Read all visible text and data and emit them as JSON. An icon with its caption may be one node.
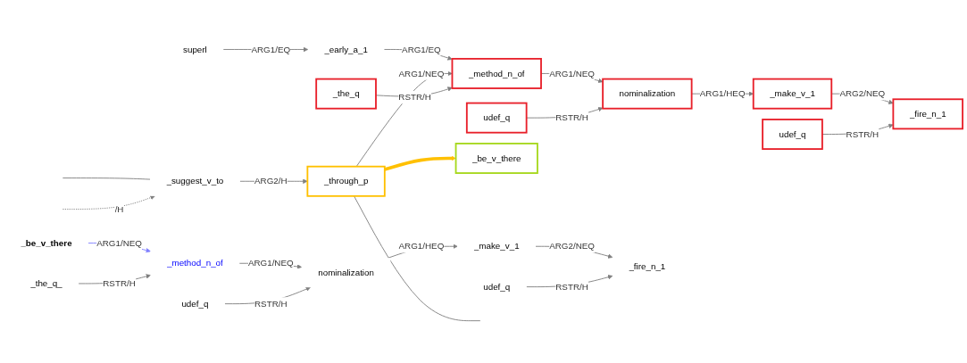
{
  "diagram": {
    "nodes": [
      {
        "text": [
          "_suggest_v_to"
        ]
      },
      {
        "text": [
          "_the_q"
        ]
      },
      {
        "text": [
          "_early_a_1"
        ]
      },
      {
        "text": [
          "superl"
        ]
      },
      {
        "text": [
          "_method_n_of"
        ]
      },
      {
        "text": [
          "udef_q"
        ]
      },
      {
        "text": [
          "nominalization"
        ]
      },
      {
        "text": [
          "_make_v_1"
        ]
      },
      {
        "text": [
          "udef_q"
        ]
      },
      {
        "text": [
          "_fire_n_1"
        ]
      },
      {
        "text": [
          "_through_p"
        ]
      },
      {
        "text": [
          "_be_v_there"
        ]
      },
      {
        "text": [
          "_the_q_"
        ]
      },
      {
        "text": [
          "_method_n_of"
        ]
      },
      {
        "text": [
          "udef_q"
        ]
      },
      {
        "text": [
          "nominalization"
        ]
      },
      {
        "text": [
          "_make_v_1"
        ]
      },
      {
        "text": [
          "udef_q"
        ]
      },
      {
        "text": [
          "_fire_n_1"
        ]
      },
      {
        "text": [
          "_be_v_there"
        ]
      }
    ],
    "edges": [
      {
        "from": null,
        "to": 0,
        "arrow": "none"
      },
      {
        "from": null,
        "to": 0,
        "arrow": "to",
        "label": "/H",
        "style": "dashed"
      },
      {
        "from": 3,
        "to": 2,
        "arrow": "to",
        "label": "ARG1/EQ"
      },
      {
        "from": 2,
        "to": 4,
        "arrow": "to",
        "label": "ARG1/EQ"
      },
      {
        "from": 10,
        "to": 4,
        "arrow": "to",
        "label": "ARG1/NEQ"
      },
      {
        "from": 4,
        "to": 6,
        "arrow": "to",
        "label": "ARG1/NEQ"
      },
      {
        "from": 6,
        "to": 7,
        "arrow": "to",
        "label": "ARG1/HEQ"
      },
      {
        "from": 7,
        "to": 9,
        "arrow": "to",
        "label": "ARG2/NEQ"
      },
      {
        "from": 1,
        "to": 4,
        "arrow": "to",
        "label": "RSTR/H"
      },
      {
        "from": 5,
        "to": 6,
        "arrow": "to",
        "label": "RSTR/H"
      },
      {
        "from": 8,
        "to": 9,
        "arrow": "to",
        "label": "RSTR/H"
      },
      {
        "from": 0,
        "to": 10,
        "arrow": "to",
        "label": "ARG2/H"
      },
      {
        "from": 10,
        "to": null,
        "arrow": "none"
      },
      {
        "from": 10,
        "to": 11,
        "arrow": "to",
        "style": "thick",
        "color": "#ffc000"
      },
      {
        "from": 19,
        "to": 13,
        "arrow": "to",
        "label": "ARG1/NEQ",
        "color": "#8080ff"
      },
      {
        "from": 13,
        "to": 15,
        "arrow": "to",
        "label": "ARG1/NEQ"
      },
      {
        "from": 15,
        "to": 16,
        "arrow": "to",
        "label": "ARG1/HEQ"
      },
      {
        "from": 16,
        "to": 18,
        "arrow": "to",
        "label": "ARG2/NEQ"
      },
      {
        "from": 12,
        "to": 13,
        "arrow": "to",
        "label": "RSTR/H"
      },
      {
        "from": 14,
        "to": 15,
        "arrow": "to",
        "label": "RSTR/H"
      },
      {
        "from": 17,
        "to": 18,
        "arrow": "to",
        "label": "RSTR/H"
      }
    ]
  }
}
